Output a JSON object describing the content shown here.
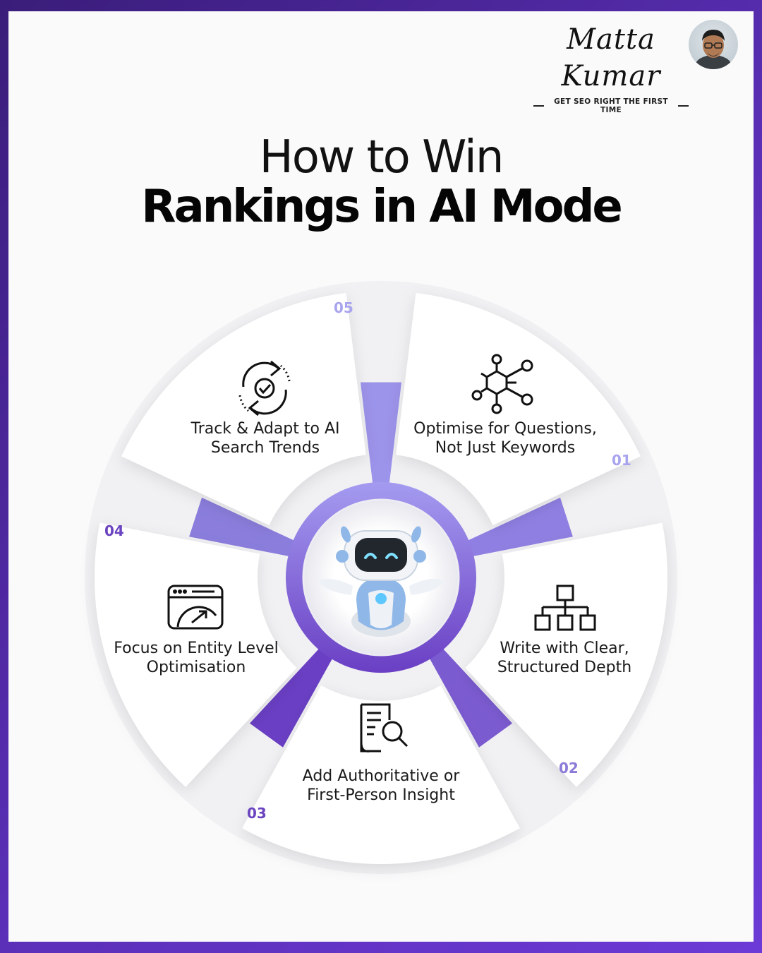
{
  "brand": {
    "name": "Matta Kumar",
    "tagline": "GET SEO RIGHT THE FIRST TIME"
  },
  "title": {
    "line1": "How to Win",
    "line2": "Rankings in AI Mode"
  },
  "steps": [
    {
      "number": "01",
      "label": "Optimise for Questions, Not Just Keywords",
      "icon": "network-hexagon-icon"
    },
    {
      "number": "02",
      "label": "Write with Clear, Structured Depth",
      "icon": "hierarchy-icon"
    },
    {
      "number": "03",
      "label": "Add Authoritative or First-Person Insight",
      "icon": "document-search-icon"
    },
    {
      "number": "04",
      "label": "Focus on Entity Level Optimisation",
      "icon": "browser-gauge-icon"
    },
    {
      "number": "05",
      "label": "Track & Adapt to AI Search Trends",
      "icon": "refresh-check-icon"
    }
  ],
  "colors": {
    "accent_light": "#9c93ea",
    "accent_dark": "#6a3fc4",
    "number_light": "#a9a4ee",
    "number_dark": "#6b44c0"
  }
}
